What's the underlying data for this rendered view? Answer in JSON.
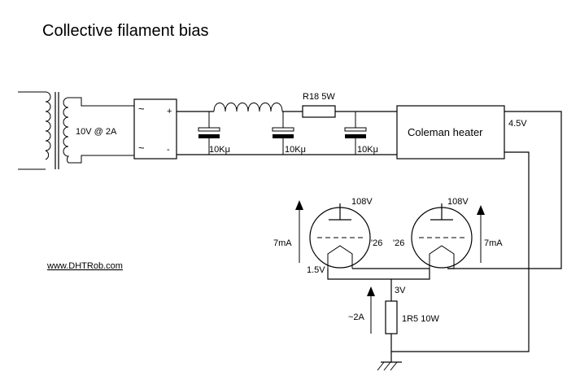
{
  "title": "Collective filament bias",
  "website": "www.DHTRob.com",
  "transformer": {
    "secondary": "10V @ 2A"
  },
  "rectifier": {
    "ac_in_top": "~",
    "ac_in_bottom": "~",
    "dc_plus": "+",
    "dc_minus": "-"
  },
  "capacitors": [
    "10Kμ",
    "10Kμ",
    "10Kμ"
  ],
  "resistor_r18": "R18 5W",
  "regulator": "Coleman heater",
  "regulator_out_voltage": "4.5V",
  "tube_left": {
    "anode": "108V",
    "type": "'26",
    "current": "7mA",
    "filament_bias": "1.5V"
  },
  "tube_right": {
    "anode": "108V",
    "type": "'26",
    "current": "7mA"
  },
  "bias_node_voltage": "3V",
  "bias_resistor": "1R5 10W",
  "bias_current": "~2A"
}
